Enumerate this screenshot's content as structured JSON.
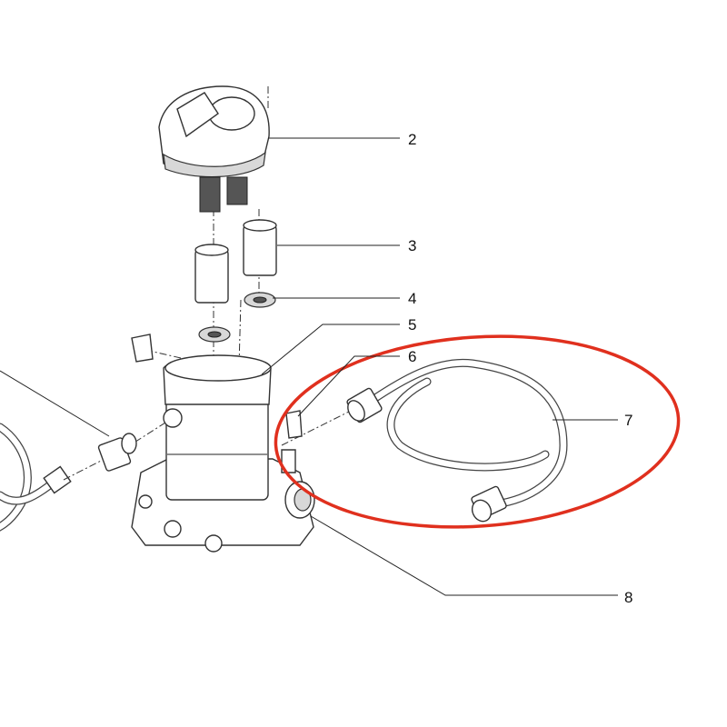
{
  "diagram": {
    "callouts": [
      {
        "id": "part-2",
        "label": "2"
      },
      {
        "id": "part-3",
        "label": "3"
      },
      {
        "id": "part-4",
        "label": "4"
      },
      {
        "id": "part-5",
        "label": "5"
      },
      {
        "id": "part-6",
        "label": "6"
      },
      {
        "id": "part-7",
        "label": "7"
      },
      {
        "id": "part-8",
        "label": "8"
      }
    ],
    "highlight_color": "#e0301e"
  }
}
